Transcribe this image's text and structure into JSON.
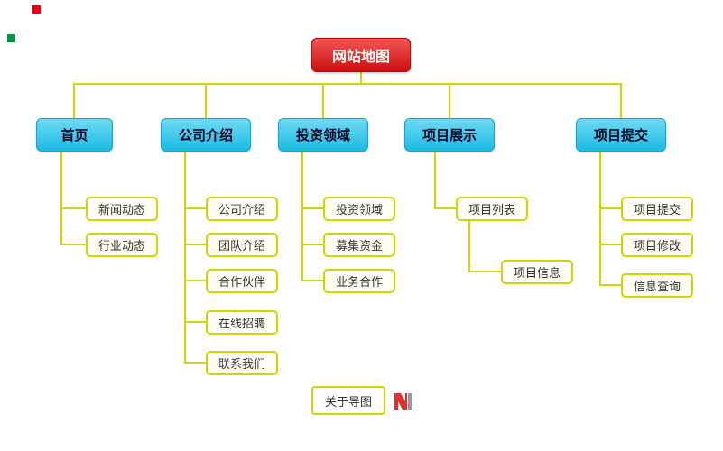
{
  "root": {
    "label": "网站地图"
  },
  "branches": [
    {
      "label": "首页",
      "children": [
        "新闻动态",
        "行业动态"
      ]
    },
    {
      "label": "公司介绍",
      "children": [
        "公司介绍",
        "团队介绍",
        "合作伙伴",
        "在线招聘",
        "联系我们"
      ]
    },
    {
      "label": "投资领域",
      "children": [
        "投资领域",
        "募集资金",
        "业务合作"
      ]
    },
    {
      "label": "项目展示",
      "children": [
        "项目列表"
      ],
      "grandchildren": [
        "项目信息"
      ]
    },
    {
      "label": "项目提交",
      "children": [
        "项目提交",
        "项目修改",
        "信息查询"
      ]
    }
  ],
  "footer": {
    "about_label": "关于导图"
  },
  "icons": {
    "brand_logo": "brand-logo",
    "red_marker": "red-square",
    "green_marker": "green-square"
  },
  "colors": {
    "root_bg": "#ee1212",
    "branch_bg": "#1ec6ef",
    "line": "#cdd800",
    "child_border": "#cdd800"
  }
}
